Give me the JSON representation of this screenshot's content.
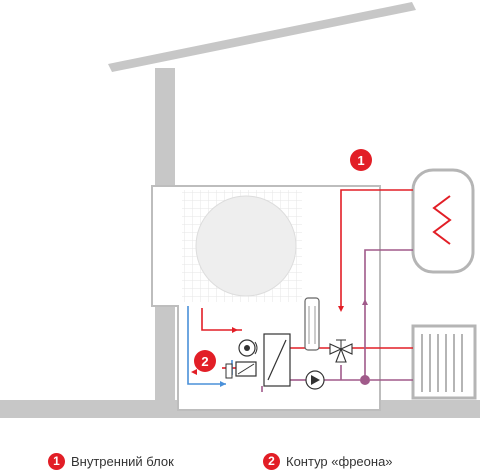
{
  "colors": {
    "structure": "#c7c7c7",
    "unit_fill": "#ffffff",
    "red": "#e21e26",
    "blue": "#4a90d9",
    "purple": "#a05a8a",
    "grill": "#e3e3e3",
    "text": "#333333"
  },
  "callouts": [
    {
      "number": "1",
      "label": "Внутренний блок"
    },
    {
      "number": "2",
      "label": "Контур «фреона»"
    }
  ]
}
